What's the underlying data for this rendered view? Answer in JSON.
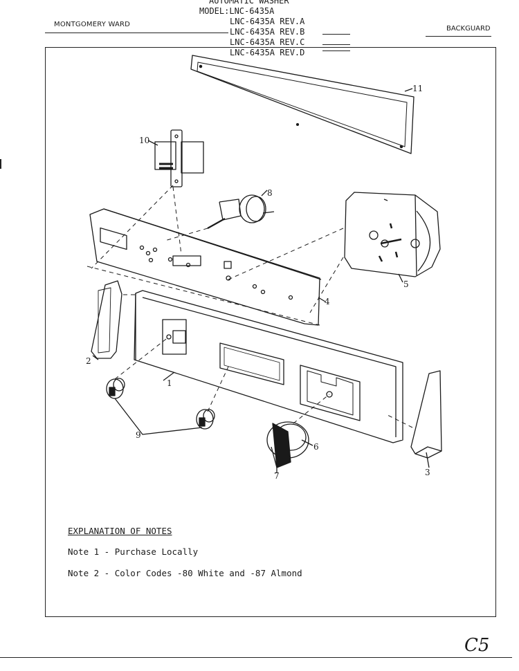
{
  "header": {
    "brand": "MONTGOMERY WARD",
    "section": "BACKGUARD",
    "model_lines": [
      "AUTOMATIC WASHER",
      "MODEL:LNC-6435A",
      "LNC-6435A REV.A",
      "LNC-6435A REV.B",
      "LNC-6435A REV.C",
      "LNC-6435A REV.D"
    ]
  },
  "diagram": {
    "callouts": [
      "11",
      "10",
      "8",
      "5",
      "4",
      "2",
      "1",
      "9",
      "6",
      "7",
      "3"
    ]
  },
  "notes": {
    "title": "EXPLANATION OF NOTES",
    "items": [
      "Note 1 - Purchase Locally",
      "Note 2 - Color Codes -80 White and -87 Almond"
    ]
  },
  "page_mark": "C5"
}
